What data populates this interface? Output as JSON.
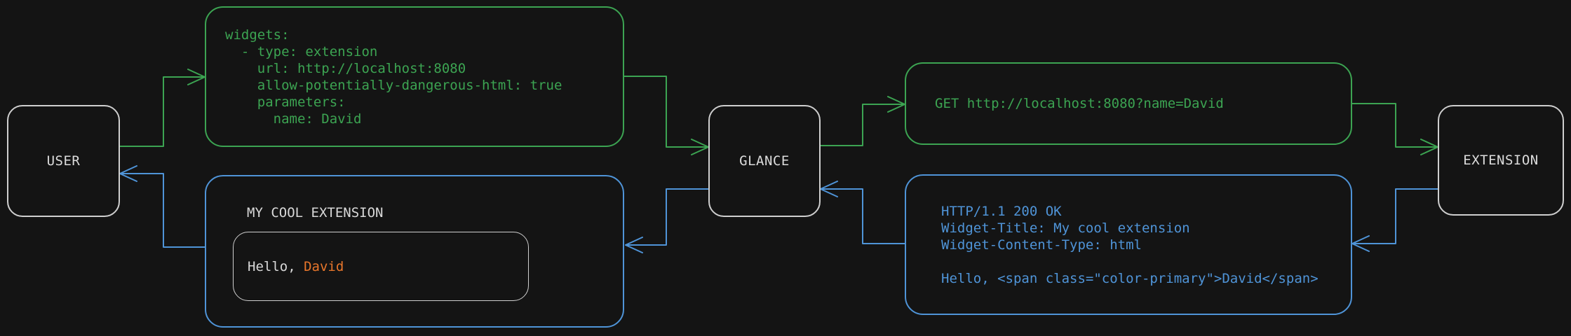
{
  "diagram": {
    "nodes": {
      "user": "USER",
      "glance": "GLANCE",
      "extension": "EXTENSION"
    },
    "config_yaml": "widgets:\n  - type: extension\n    url: http://localhost:8080\n    allow-potentially-dangerous-html: true\n    parameters:\n      name: David",
    "http_request": "GET http://localhost:8080?name=David",
    "http_response": "HTTP/1.1 200 OK\nWidget-Title: My cool extension\nWidget-Content-Type: html\n\nHello, <span class=\"color-primary\">David</span>",
    "widget_preview": {
      "title": "MY COOL EXTENSION",
      "greeting_prefix": "Hello, ",
      "greeting_name": "David"
    },
    "colors": {
      "request_green": "#3ca452",
      "response_blue": "#4f94d8",
      "accent_orange": "#e8762b",
      "node_border": "#cfcfcf",
      "background": "#141414"
    }
  }
}
